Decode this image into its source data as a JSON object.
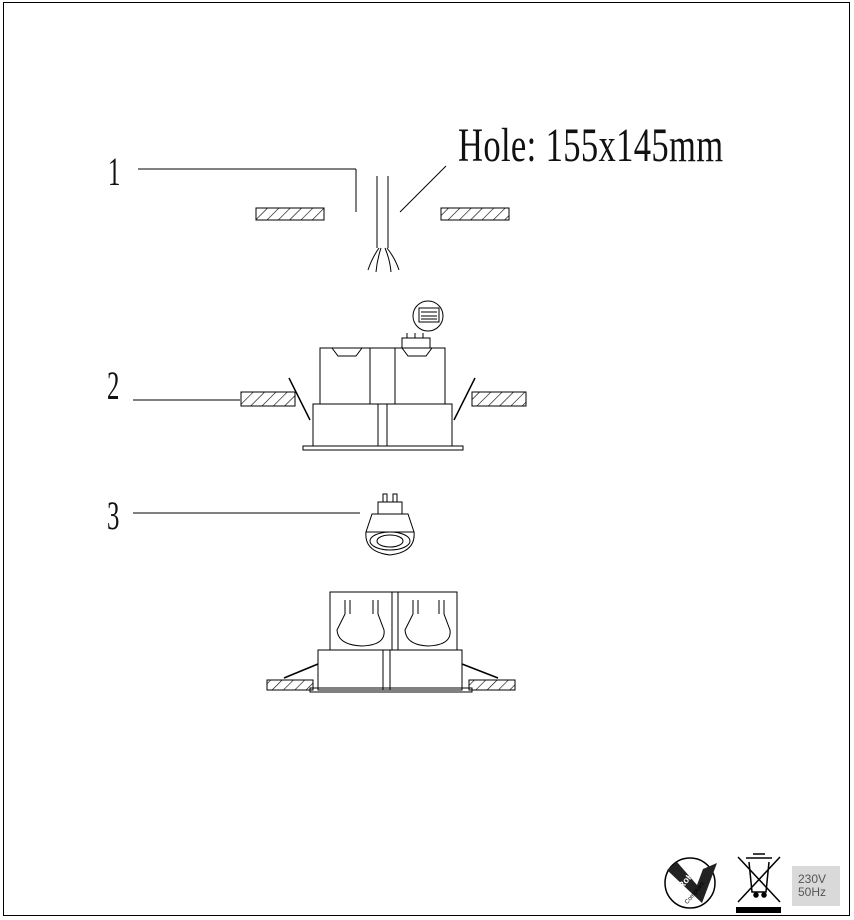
{
  "hole_label": "Hole: 155x145mm",
  "steps": [
    {
      "number": "1"
    },
    {
      "number": "2"
    },
    {
      "number": "3"
    }
  ],
  "badges": {
    "rohs_top": "RoHS",
    "rohs_bottom": "Compliant",
    "voltage": "230V",
    "frequency": "50Hz"
  },
  "icons": [
    "rohs-compliant-icon",
    "weee-crossed-bin-icon",
    "gu10-bulb-icon",
    "terminal-block-icon"
  ]
}
